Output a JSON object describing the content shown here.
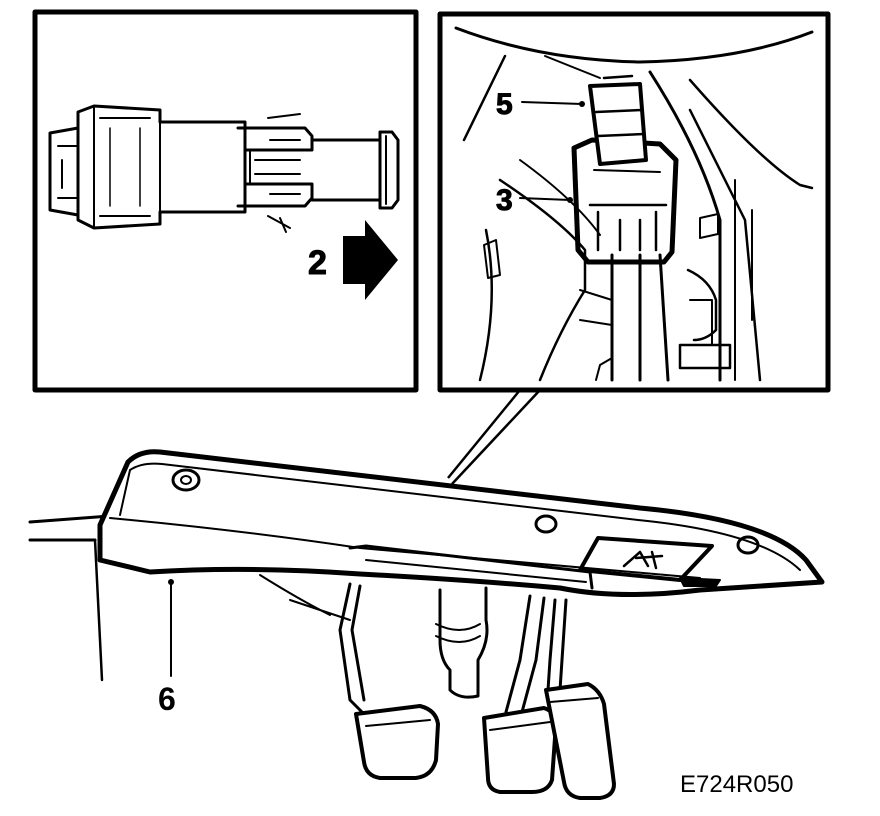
{
  "callouts": {
    "c2": "2",
    "c3": "3",
    "c5": "5",
    "c6": "6"
  },
  "figure_ref": "E724R050"
}
